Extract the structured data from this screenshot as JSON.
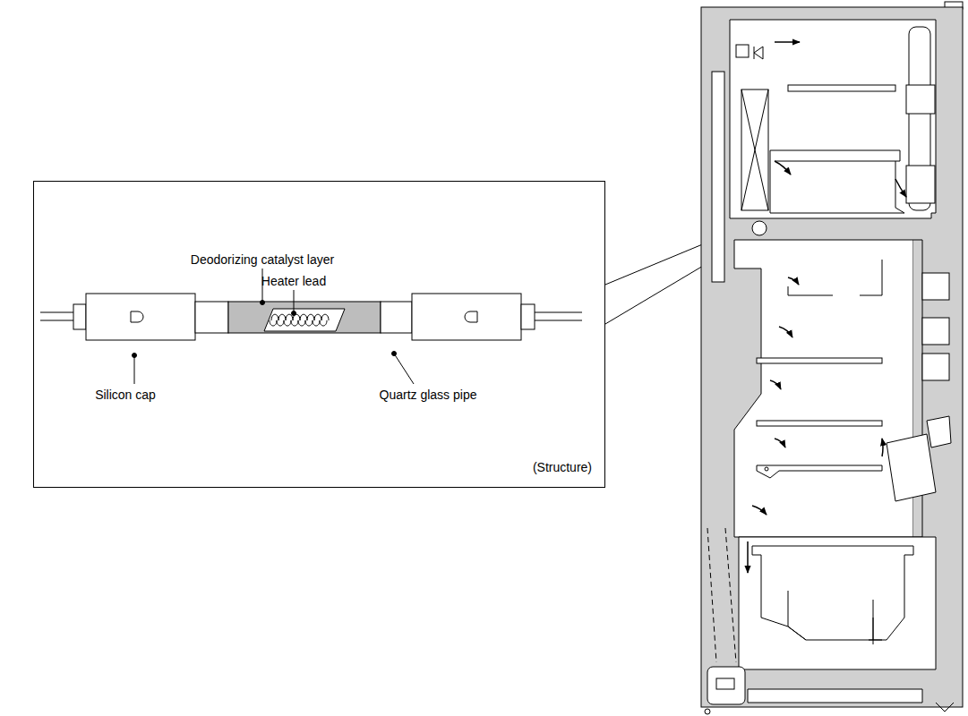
{
  "diagram": {
    "nodes": [
      {
        "text": [
          "(Structure)"
        ]
      }
    ],
    "edges": [],
    "labels": [
      "Deodorizing catalyst layer",
      "Heater lead",
      "Silicon cap",
      "Quartz glass pipe"
    ]
  }
}
